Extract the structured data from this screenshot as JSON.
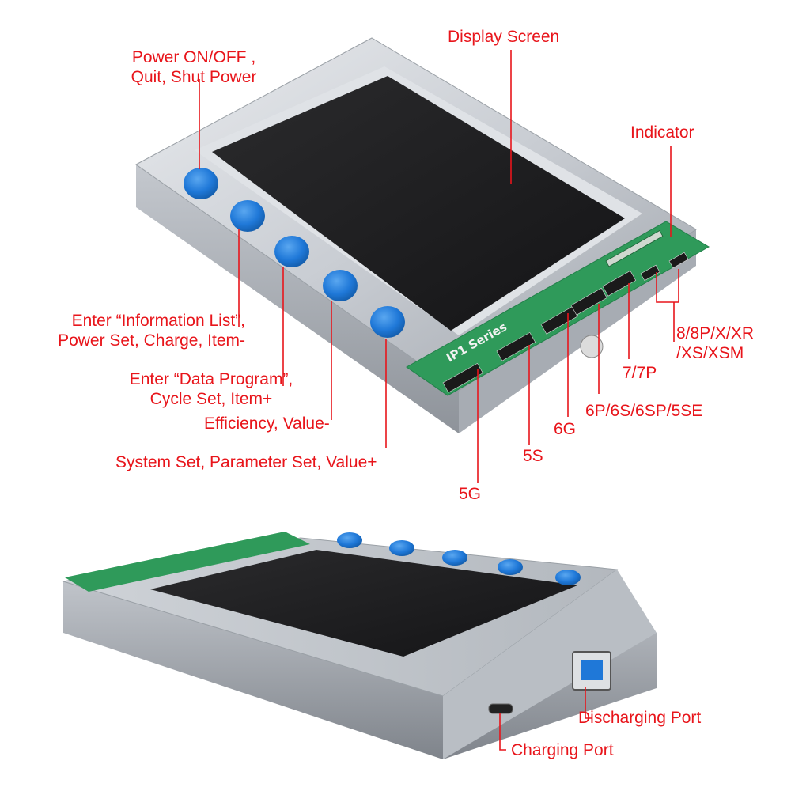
{
  "device": {
    "series_label": "IP1 Series"
  },
  "labels": {
    "display_screen": "Display Screen",
    "power_line1": "Power ON/OFF ,",
    "power_line2": "Quit, Shut Power",
    "indicator": "Indicator",
    "info_line1": "Enter “Information List”,",
    "info_line2": "Power Set, Charge, Item-",
    "data_line1": "Enter “Data Program”,",
    "data_line2": "Cycle Set, Item+",
    "efficiency": "Efficiency, Value-",
    "system": "System Set, Parameter Set, Value+",
    "port_5g": "5G",
    "port_5s": "5S",
    "port_6g": "6G",
    "port_6p": "6P/6S/6SP/5SE",
    "port_7": "7/7P",
    "port_8_line1": "8/8P/X/XR",
    "port_8_line2": "/XS/XSM",
    "discharging_port": "Discharging Port",
    "charging_port": "Charging Port"
  },
  "colors": {
    "label_red": "#e8151b",
    "button_blue": "#1f78d8",
    "pcb_green": "#2f9a5a",
    "frame_silver": "#c8ccd2",
    "screen_black": "#1f1f21"
  }
}
